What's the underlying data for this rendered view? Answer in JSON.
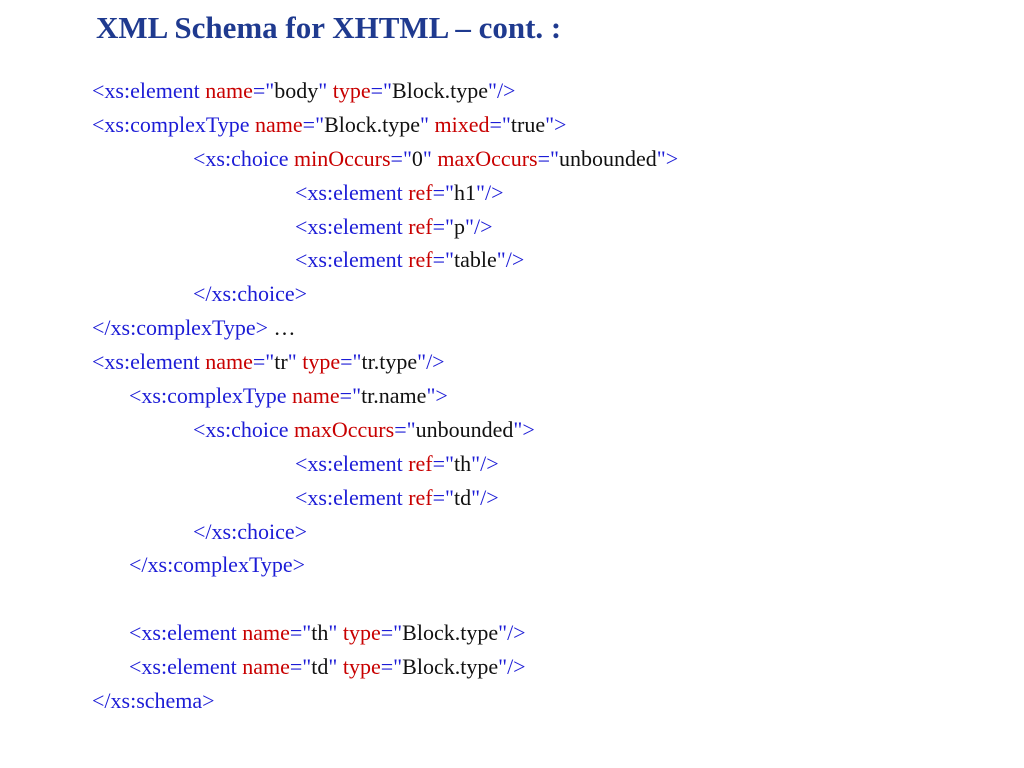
{
  "colors": {
    "title": "#1f3a8f",
    "tag": "#1c1cd6",
    "attr": "#c80000",
    "value": "#111111",
    "background": "#ffffff"
  },
  "slide": {
    "title": "XML Schema for XHTML – cont. :",
    "lines": [
      {
        "indent": 0,
        "segments": [
          {
            "k": "tag",
            "t": "<xs:element "
          },
          {
            "k": "attr",
            "t": "name"
          },
          {
            "k": "tag",
            "t": "=\""
          },
          {
            "k": "value",
            "t": "body"
          },
          {
            "k": "tag",
            "t": "\" "
          },
          {
            "k": "attr",
            "t": "type"
          },
          {
            "k": "tag",
            "t": "=\""
          },
          {
            "k": "value",
            "t": "Block.type"
          },
          {
            "k": "tag",
            "t": "\"/>"
          }
        ]
      },
      {
        "indent": 0,
        "segments": [
          {
            "k": "tag",
            "t": "<xs:complexType "
          },
          {
            "k": "attr",
            "t": "name"
          },
          {
            "k": "tag",
            "t": "=\""
          },
          {
            "k": "value",
            "t": "Block.type"
          },
          {
            "k": "tag",
            "t": "\" "
          },
          {
            "k": "attr",
            "t": "mixed"
          },
          {
            "k": "tag",
            "t": "=\""
          },
          {
            "k": "value",
            "t": "true"
          },
          {
            "k": "tag",
            "t": "\">"
          }
        ]
      },
      {
        "indent": 2,
        "segments": [
          {
            "k": "tag",
            "t": "<xs:choice "
          },
          {
            "k": "attr",
            "t": "minOccurs"
          },
          {
            "k": "tag",
            "t": "=\""
          },
          {
            "k": "value",
            "t": "0"
          },
          {
            "k": "tag",
            "t": "\" "
          },
          {
            "k": "attr",
            "t": "maxOccurs"
          },
          {
            "k": "tag",
            "t": "=\""
          },
          {
            "k": "value",
            "t": "unbounded"
          },
          {
            "k": "tag",
            "t": "\">"
          }
        ]
      },
      {
        "indent": 3,
        "segments": [
          {
            "k": "tag",
            "t": "<xs:element "
          },
          {
            "k": "attr",
            "t": "ref"
          },
          {
            "k": "tag",
            "t": "=\""
          },
          {
            "k": "value",
            "t": "h1"
          },
          {
            "k": "tag",
            "t": "\"/>"
          }
        ]
      },
      {
        "indent": 3,
        "segments": [
          {
            "k": "tag",
            "t": "<xs:element "
          },
          {
            "k": "attr",
            "t": "ref"
          },
          {
            "k": "tag",
            "t": "=\""
          },
          {
            "k": "value",
            "t": "p"
          },
          {
            "k": "tag",
            "t": "\"/>"
          }
        ]
      },
      {
        "indent": 3,
        "segments": [
          {
            "k": "tag",
            "t": "<xs:element "
          },
          {
            "k": "attr",
            "t": "ref"
          },
          {
            "k": "tag",
            "t": "=\""
          },
          {
            "k": "value",
            "t": "table"
          },
          {
            "k": "tag",
            "t": "\"/>"
          }
        ]
      },
      {
        "indent": 2,
        "segments": [
          {
            "k": "tag",
            "t": "</xs:choice>"
          }
        ]
      },
      {
        "indent": 0,
        "segments": [
          {
            "k": "tag",
            "t": "</xs:complexType>"
          },
          {
            "k": "value",
            "t": " …"
          }
        ]
      },
      {
        "indent": 0,
        "segments": [
          {
            "k": "tag",
            "t": "<xs:element "
          },
          {
            "k": "attr",
            "t": "name"
          },
          {
            "k": "tag",
            "t": "=\""
          },
          {
            "k": "value",
            "t": "tr"
          },
          {
            "k": "tag",
            "t": "\" "
          },
          {
            "k": "attr",
            "t": "type"
          },
          {
            "k": "tag",
            "t": "=\""
          },
          {
            "k": "value",
            "t": "tr.type"
          },
          {
            "k": "tag",
            "t": "\"/>"
          }
        ]
      },
      {
        "indent": 1,
        "segments": [
          {
            "k": "tag",
            "t": "<xs:complexType "
          },
          {
            "k": "attr",
            "t": "name"
          },
          {
            "k": "tag",
            "t": "=\""
          },
          {
            "k": "value",
            "t": "tr.name"
          },
          {
            "k": "tag",
            "t": "\">"
          }
        ]
      },
      {
        "indent": 2,
        "segments": [
          {
            "k": "tag",
            "t": "<xs:choice "
          },
          {
            "k": "attr",
            "t": "maxOccurs"
          },
          {
            "k": "tag",
            "t": "=\""
          },
          {
            "k": "value",
            "t": "unbounded"
          },
          {
            "k": "tag",
            "t": "\">"
          }
        ]
      },
      {
        "indent": 3,
        "segments": [
          {
            "k": "tag",
            "t": "<xs:element "
          },
          {
            "k": "attr",
            "t": "ref"
          },
          {
            "k": "tag",
            "t": "=\""
          },
          {
            "k": "value",
            "t": "th"
          },
          {
            "k": "tag",
            "t": "\"/>"
          }
        ]
      },
      {
        "indent": 3,
        "segments": [
          {
            "k": "tag",
            "t": "<xs:element "
          },
          {
            "k": "attr",
            "t": "ref"
          },
          {
            "k": "tag",
            "t": "=\""
          },
          {
            "k": "value",
            "t": "td"
          },
          {
            "k": "tag",
            "t": "\"/>"
          }
        ]
      },
      {
        "indent": 2,
        "segments": [
          {
            "k": "tag",
            "t": "</xs:choice>"
          }
        ]
      },
      {
        "indent": 1,
        "segments": [
          {
            "k": "tag",
            "t": "</xs:complexType>"
          }
        ]
      },
      {
        "indent": 0,
        "segments": []
      },
      {
        "indent": 1,
        "segments": [
          {
            "k": "tag",
            "t": "<xs:element "
          },
          {
            "k": "attr",
            "t": "name"
          },
          {
            "k": "tag",
            "t": "=\""
          },
          {
            "k": "value",
            "t": "th"
          },
          {
            "k": "tag",
            "t": "\" "
          },
          {
            "k": "attr",
            "t": "type"
          },
          {
            "k": "tag",
            "t": "=\""
          },
          {
            "k": "value",
            "t": "Block.type"
          },
          {
            "k": "tag",
            "t": "\"/>"
          }
        ]
      },
      {
        "indent": 1,
        "segments": [
          {
            "k": "tag",
            "t": "<xs:element "
          },
          {
            "k": "attr",
            "t": "name"
          },
          {
            "k": "tag",
            "t": "=\""
          },
          {
            "k": "value",
            "t": "td"
          },
          {
            "k": "tag",
            "t": "\" "
          },
          {
            "k": "attr",
            "t": "type"
          },
          {
            "k": "tag",
            "t": "=\""
          },
          {
            "k": "value",
            "t": "Block.type"
          },
          {
            "k": "tag",
            "t": "\"/>"
          }
        ]
      },
      {
        "indent": 0,
        "segments": [
          {
            "k": "tag",
            "t": "</xs:schema>"
          }
        ]
      }
    ]
  }
}
